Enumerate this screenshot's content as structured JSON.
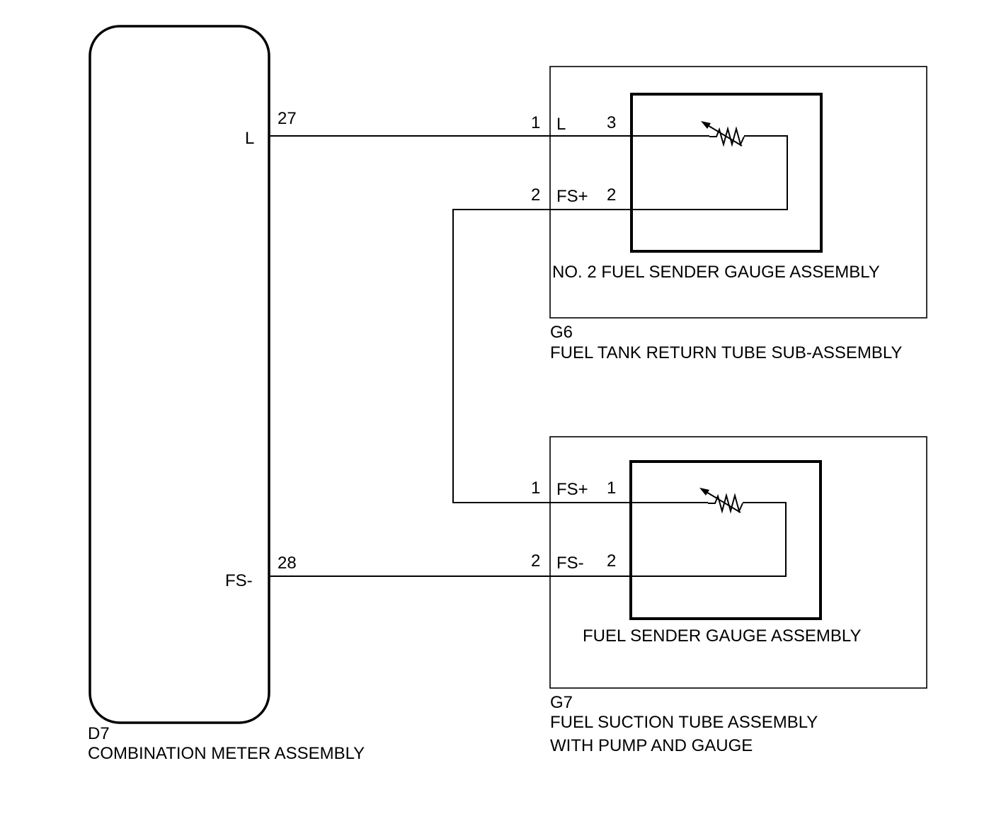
{
  "components": {
    "meter": {
      "code": "D7",
      "name": "COMBINATION METER ASSEMBLY",
      "pins": [
        {
          "number": "27",
          "label": "L"
        },
        {
          "number": "28",
          "label": "FS-"
        }
      ]
    },
    "return_tube": {
      "code": "G6",
      "name": "FUEL TANK RETURN TUBE SUB-ASSEMBLY",
      "pins": [
        {
          "number": "1",
          "label": "L"
        },
        {
          "number": "2",
          "label": "FS+"
        }
      ],
      "inner": {
        "name": "NO. 2 FUEL SENDER GAUGE ASSEMBLY",
        "pins": [
          "3",
          "2"
        ]
      }
    },
    "suction_tube": {
      "code": "G7",
      "name_line1": "FUEL SUCTION TUBE ASSEMBLY",
      "name_line2": "WITH PUMP AND GAUGE",
      "pins": [
        {
          "number": "1",
          "label": "FS+"
        },
        {
          "number": "2",
          "label": "FS-"
        }
      ],
      "inner": {
        "name": "FUEL SENDER GAUGE ASSEMBLY",
        "pins": [
          "1",
          "2"
        ]
      }
    }
  },
  "icons": {
    "sender_resistor": "variable-resistor-icon"
  },
  "colors": {
    "line": "#000000",
    "background": "#ffffff"
  }
}
